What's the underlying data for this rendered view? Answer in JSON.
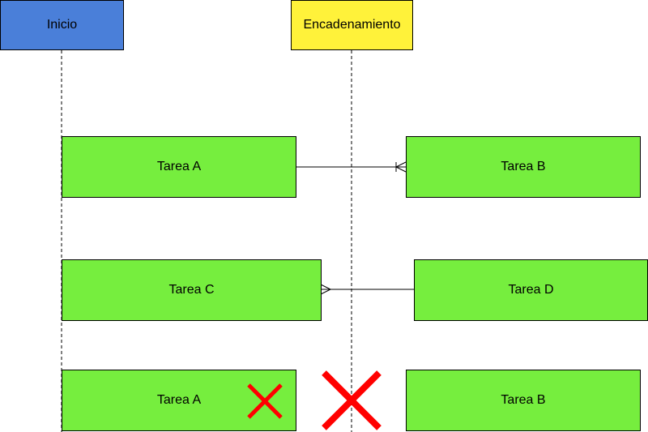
{
  "lifelines": {
    "inicio": {
      "label": "Inicio",
      "color": "#4a7fd9"
    },
    "encadenamiento": {
      "label": "Encadenamiento",
      "color": "#fff23a"
    }
  },
  "tasks": {
    "row1_left": "Tarea A",
    "row1_right": "Tarea B",
    "row2_left": "Tarea C",
    "row2_right": "Tarea D",
    "row3_left": "Tarea A",
    "row3_right": "Tarea B"
  },
  "colors": {
    "task_fill": "#76ee3e",
    "cross": "#ff0000",
    "line": "#000000"
  }
}
